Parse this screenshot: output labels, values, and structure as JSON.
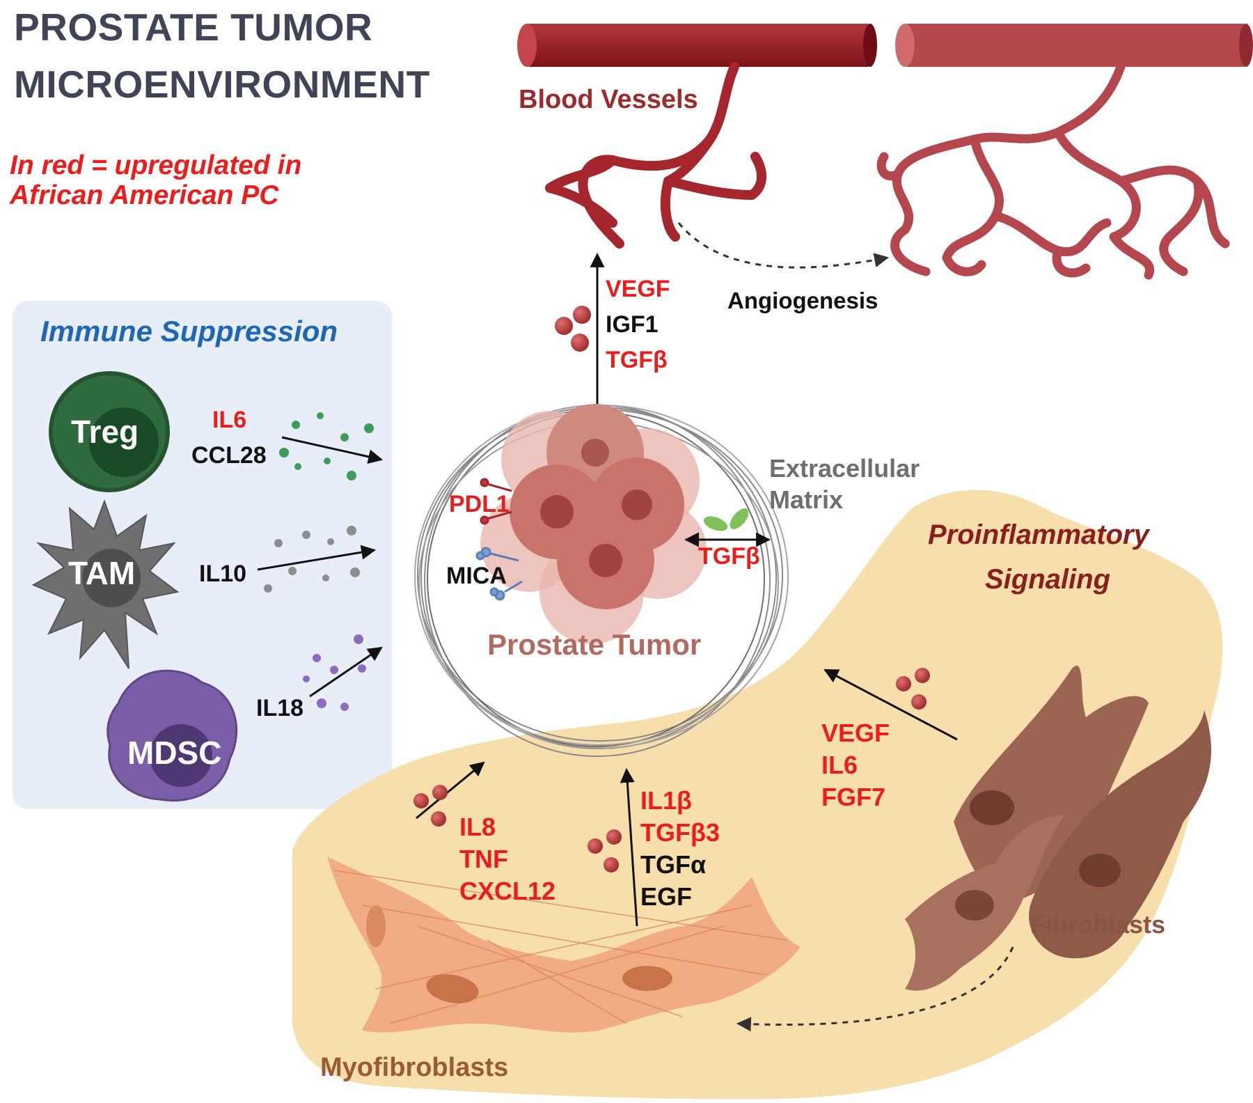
{
  "title": {
    "line1": "PROSTATE TUMOR",
    "line2": "MICROENVIRONMENT"
  },
  "legend": {
    "line1": "In red = upregulated in",
    "line2": "African American PC"
  },
  "colors": {
    "upregulated": "#ea1c1c",
    "normal": "#111111",
    "title": "#3f4457",
    "immune_panel": "#e7eef8",
    "immune_title": "#1f66b5",
    "stroma": "#f7dfac",
    "proinflammatory_title": "#8a1d1d",
    "vessel": "#8e1b22",
    "tumor": "#c9746a",
    "myofibroblast": "#e8926a",
    "fibroblast": "#9c6452"
  },
  "blood_vessels": {
    "label": "Blood Vessels",
    "angiogenesis_label": "Angiogenesis"
  },
  "tumor_to_vessel": [
    {
      "text": "VEGF",
      "upregulated": true
    },
    {
      "text": "IGF1",
      "upregulated": false
    },
    {
      "text": "TGFβ",
      "upregulated": true
    }
  ],
  "immune_suppression": {
    "title": "Immune Suppression",
    "cells": [
      {
        "name": "Treg",
        "icon": "treg-cell-icon",
        "color": "#2f6b3f",
        "factors": [
          {
            "text": "IL6",
            "upregulated": true
          },
          {
            "text": "CCL28",
            "upregulated": false
          }
        ]
      },
      {
        "name": "TAM",
        "icon": "tam-cell-icon",
        "color": "#6f6f6f",
        "factors": [
          {
            "text": "IL10",
            "upregulated": false
          }
        ]
      },
      {
        "name": "MDSC",
        "icon": "mdsc-cell-icon",
        "color": "#7b5ea8",
        "factors": [
          {
            "text": "IL18",
            "upregulated": false
          }
        ]
      }
    ]
  },
  "tumor": {
    "label": "Prostate Tumor",
    "ecm_label_line1": "Extracellular",
    "ecm_label_line2": "Matrix",
    "pdl1": {
      "text": "PDL1",
      "upregulated": true
    },
    "mica": {
      "text": "MICA",
      "upregulated": false
    },
    "tgfb": {
      "text": "TGFβ",
      "upregulated": true
    }
  },
  "proinflammatory": {
    "title_line1": "Proinflammatory",
    "title_line2": "Signaling",
    "myofibroblasts": {
      "label": "Myofibroblasts",
      "factors_a": [
        {
          "text": "IL8",
          "upregulated": true
        },
        {
          "text": "TNF",
          "upregulated": true
        },
        {
          "text": "CXCL12",
          "upregulated": true
        }
      ],
      "factors_b": [
        {
          "text": "IL1β",
          "upregulated": true
        },
        {
          "text": "TGFβ3",
          "upregulated": true
        },
        {
          "text": "TGFα",
          "upregulated": false
        },
        {
          "text": "EGF",
          "upregulated": false
        }
      ]
    },
    "fibroblasts": {
      "label": "Fibroblasts",
      "factors": [
        {
          "text": "VEGF",
          "upregulated": true
        },
        {
          "text": "IL6",
          "upregulated": true
        },
        {
          "text": "FGF7",
          "upregulated": true
        }
      ]
    }
  }
}
